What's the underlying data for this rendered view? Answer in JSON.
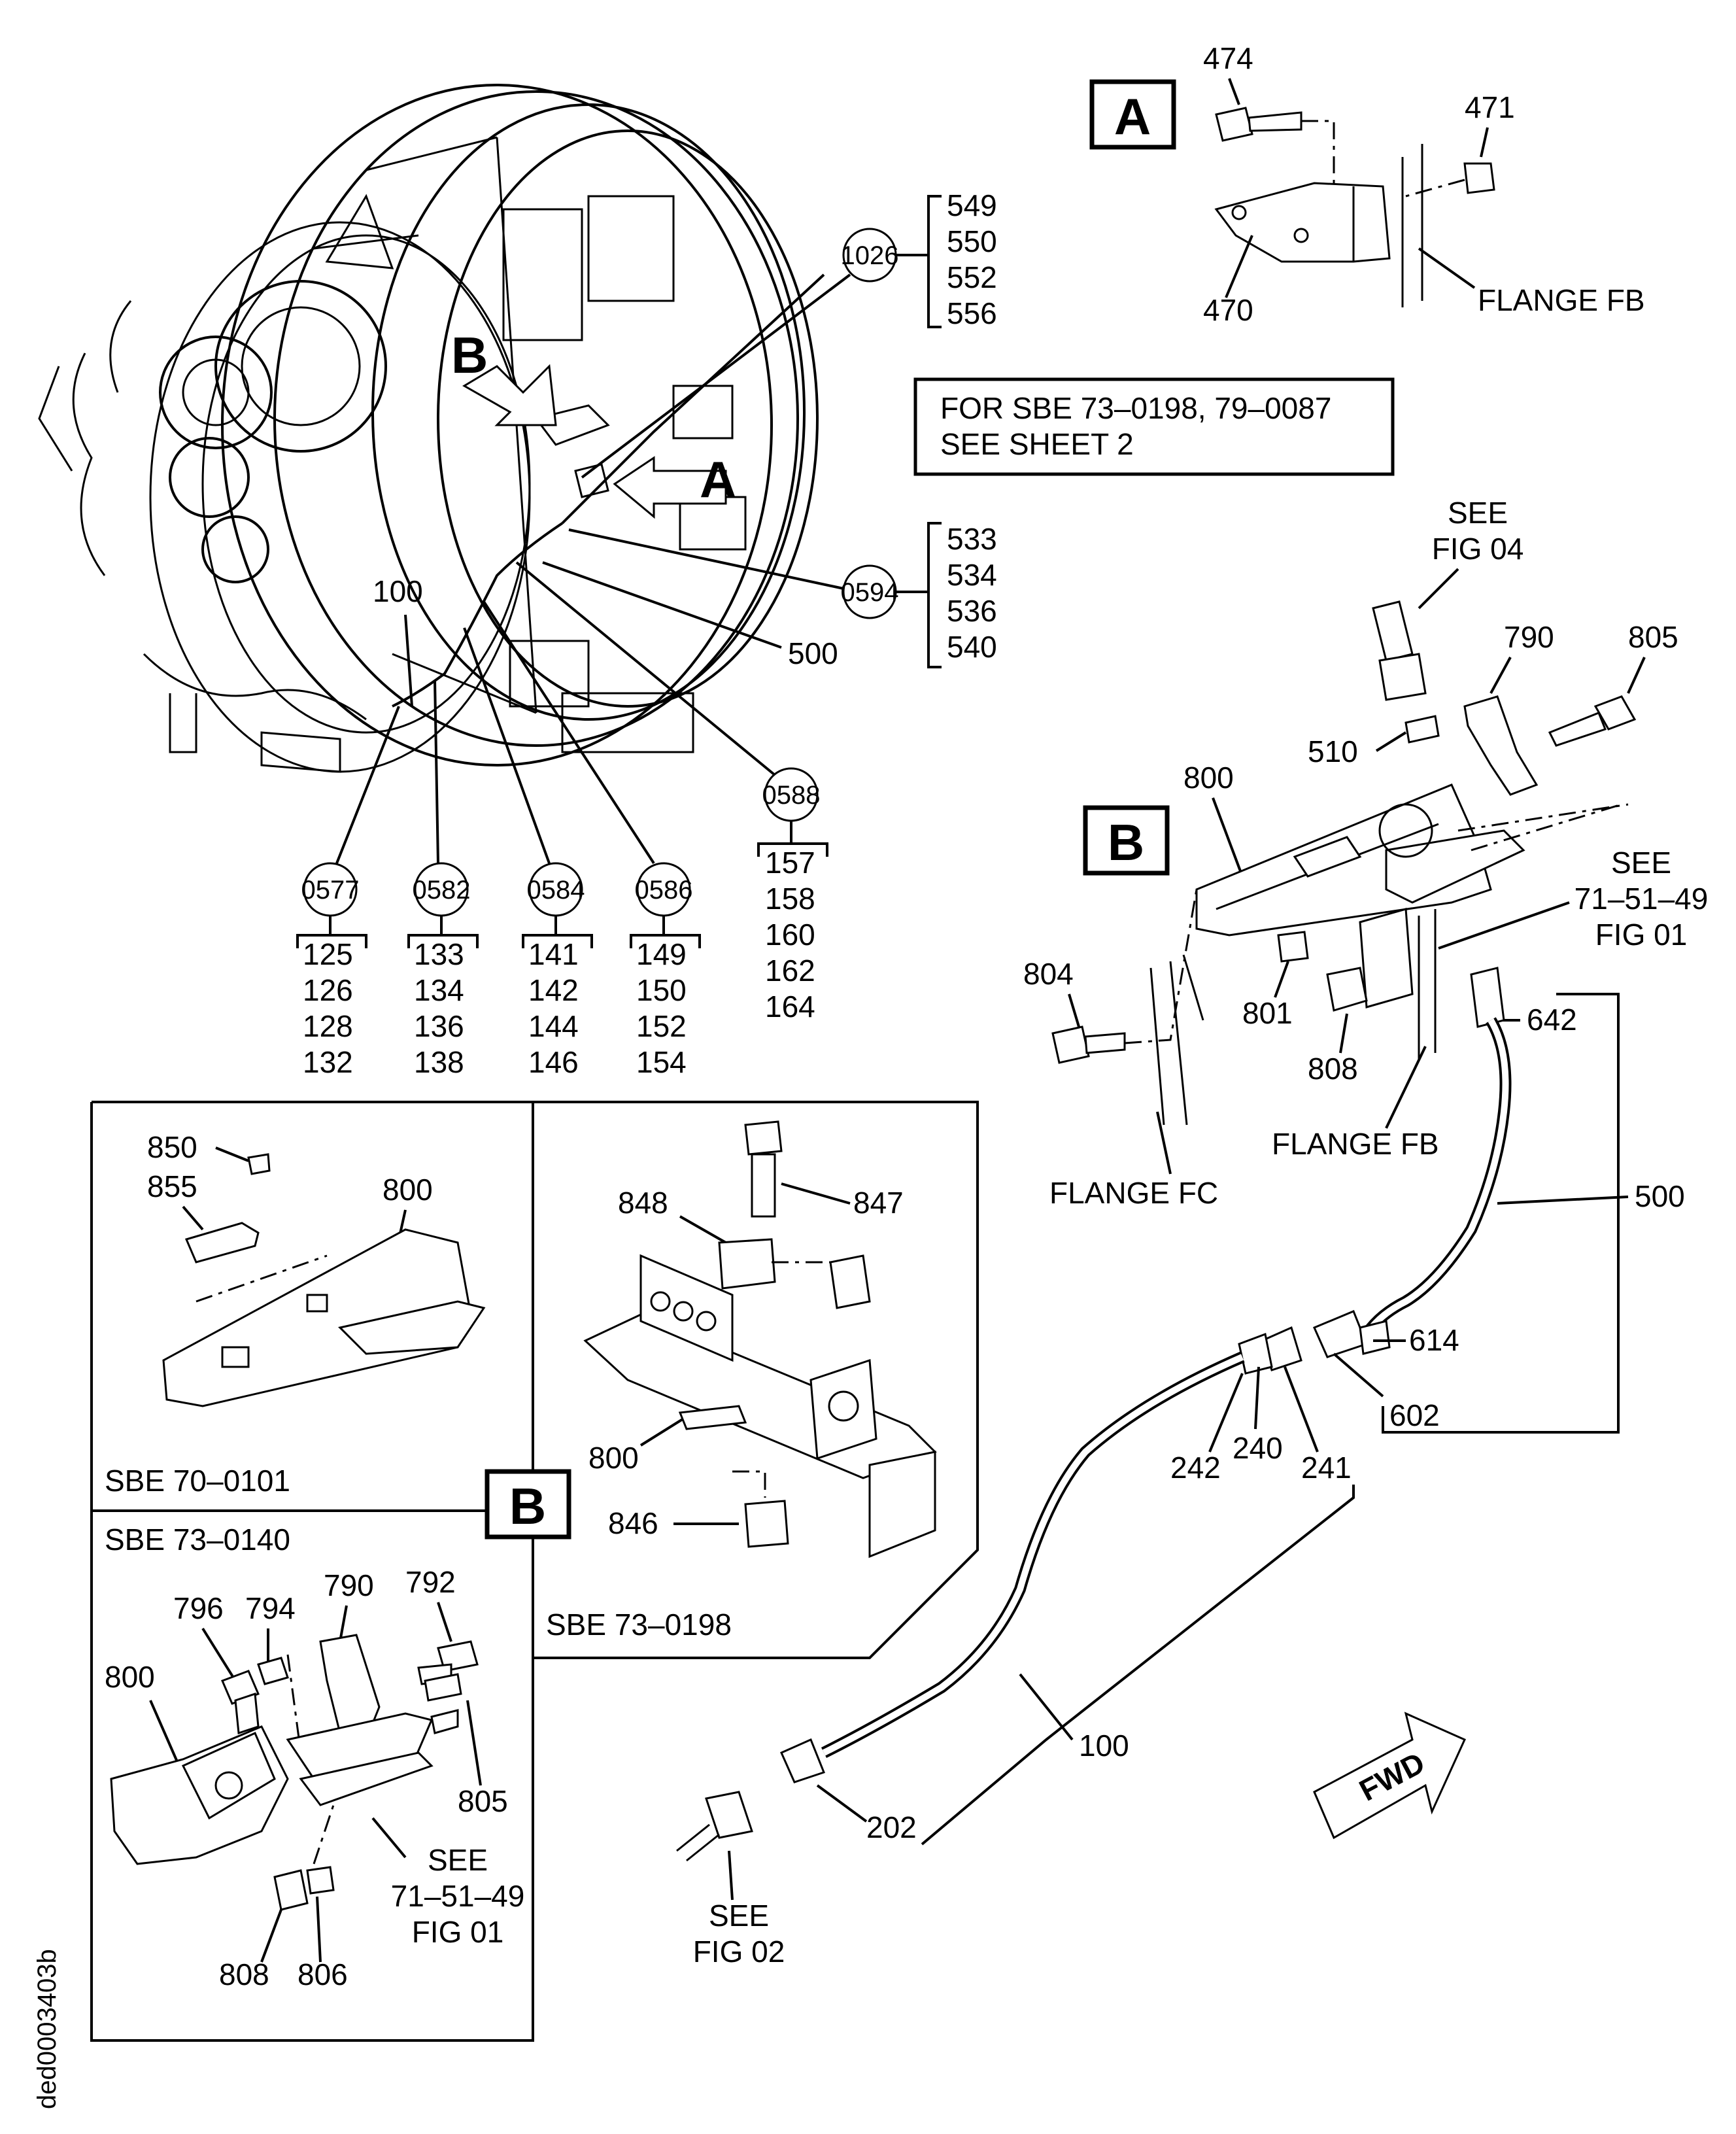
{
  "callouts": {
    "c1026": {
      "id": "1026",
      "items": [
        "549",
        "550",
        "552",
        "556"
      ]
    },
    "c0594": {
      "id": "0594",
      "items": [
        "533",
        "534",
        "536",
        "540"
      ]
    },
    "c0588": {
      "id": "0588",
      "items": [
        "157",
        "158",
        "160",
        "162",
        "164"
      ]
    },
    "c0577": {
      "id": "0577",
      "items": [
        "125",
        "126",
        "128",
        "132"
      ]
    },
    "c0582": {
      "id": "0582",
      "items": [
        "133",
        "134",
        "136",
        "138"
      ]
    },
    "c0584": {
      "id": "0584",
      "items": [
        "141",
        "142",
        "144",
        "146"
      ]
    },
    "c0586": {
      "id": "0586",
      "items": [
        "149",
        "150",
        "152",
        "154"
      ]
    }
  },
  "engine_labels": {
    "tube": "100",
    "tube2": "500",
    "view_b": "B",
    "view_a": "A"
  },
  "note": {
    "line1": "FOR SBE 73–0198, 79–0087",
    "line2": "SEE SHEET 2"
  },
  "detail_a": {
    "letter": "A",
    "p474": "474",
    "p471": "471",
    "p470": "470",
    "flange": "FLANGE FB"
  },
  "detail_b_main": {
    "letter": "B",
    "see_fig04": [
      "SEE",
      "FIG 04"
    ],
    "p790": "790",
    "p805": "805",
    "p510": "510",
    "p800": "800",
    "see_71": [
      "SEE",
      "71–51–49",
      "FIG 01"
    ],
    "p804": "804",
    "p801": "801",
    "p808": "808",
    "p642": "642",
    "flange_fb": "FLANGE FB",
    "flange_fc": "FLANGE FC"
  },
  "tube_assy": {
    "p500": "500",
    "p614": "614",
    "p602": "602",
    "p242": "242",
    "p240": "240",
    "p241": "241",
    "p100": "100",
    "p202": "202",
    "see_fig02": [
      "SEE",
      "FIG 02"
    ],
    "fwd": "FWD"
  },
  "panel_sbe70": {
    "caption": "SBE 70–0101",
    "p850": "850",
    "p855": "855",
    "p800": "800"
  },
  "panel_sbe73_0198": {
    "caption": "SBE 73–0198",
    "p847": "847",
    "p848": "848",
    "p800": "800",
    "p846": "846"
  },
  "panel_sbe73_0140": {
    "caption": "SBE 73–0140",
    "letter": "B",
    "p796": "796",
    "p794": "794",
    "p790": "790",
    "p792": "792",
    "p800": "800",
    "p805": "805",
    "see": [
      "SEE",
      "71–51–49",
      "FIG 01"
    ],
    "p808": "808",
    "p806": "806"
  },
  "drawing_id": "ded0003403b"
}
